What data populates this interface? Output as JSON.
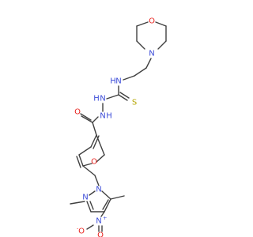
{
  "molecule": {
    "colors": {
      "bond": "#404040",
      "N": "#3b4bd8",
      "O": "#e8231f",
      "S": "#b5a500"
    },
    "atoms": {
      "morpholine_o": "O",
      "morpholine_n": "N",
      "thiourea_nh": "N",
      "thiourea_h": "H",
      "thione_s": "S",
      "hydrazine_n1": "N",
      "hydrazine_h1": "H",
      "hydrazine_n2": "N",
      "hydrazine_h2": "H",
      "carbonyl_o": "O",
      "furan_o": "O",
      "pyrazole_n1": "N",
      "pyrazole_n2": "N",
      "nitro_n": "N",
      "nitro_n_charge": "+",
      "nitro_o1": "O",
      "nitro_o1_charge": "-",
      "nitro_o2": "O"
    }
  }
}
